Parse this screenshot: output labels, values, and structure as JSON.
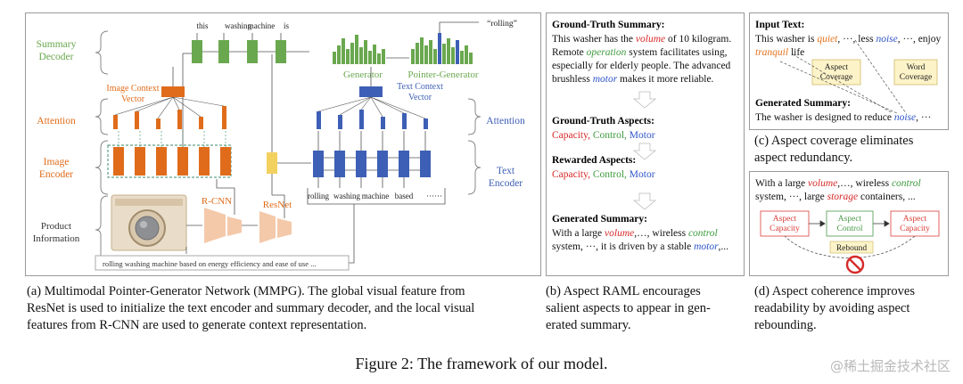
{
  "panel_a": {
    "labels": {
      "summary_decoder": "Summary\nDecoder",
      "attention_left": "Attention",
      "image_encoder": "Image\nEncoder",
      "product_information": "Product\nInformation",
      "attention_right": "Attention",
      "text_encoder": "Text\nEncoder",
      "image_context_vector": "Image Context\nVector",
      "text_context_vector": "Text Context\nVector",
      "rcnn": "R-CNN",
      "resnet": "ResNet",
      "generator": "Generator",
      "pointer_generator": "Pointer-Generator",
      "rolling_quote": "“rolling”",
      "decoder_words": [
        "this",
        "washing",
        "machine",
        "is"
      ],
      "encoder_words": [
        "rolling",
        "washing",
        "machine",
        "based",
        "······"
      ],
      "product_text": "rolling washing machine based on energy efficiency and ease of use ..."
    },
    "colors": {
      "green": "#6aa84f",
      "orange": "#e06c1b",
      "blue": "#3d5fb5",
      "yellow": "#f3d15f",
      "peach": "#f4c9aa"
    }
  },
  "panel_b": {
    "gt_summary_title": "Ground-Truth Summary:",
    "gt_summary_lines": [
      [
        {
          "t": "This washer has the "
        },
        {
          "t": "volume",
          "c": "red"
        },
        {
          "t": " of 10 kilogram."
        }
      ],
      [
        {
          "t": "Remote "
        },
        {
          "t": "operation",
          "c": "green"
        },
        {
          "t": " system facilitates using,"
        }
      ],
      [
        {
          "t": "especially for elderly people. The advanced"
        }
      ],
      [
        {
          "t": "brushless "
        },
        {
          "t": "motor",
          "c": "blue"
        },
        {
          "t": " makes it more reliable."
        }
      ]
    ],
    "gt_aspects_title": "Ground-Truth Aspects:",
    "gt_aspects": [
      {
        "t": "Capacity,",
        "c": "red"
      },
      {
        "t": " Control,",
        "c": "green"
      },
      {
        "t": " Motor",
        "c": "blue"
      }
    ],
    "rewarded_title": "Rewarded Aspects:",
    "rewarded_aspects": [
      {
        "t": "Capacity,",
        "c": "red"
      },
      {
        "t": " Control,",
        "c": "green"
      },
      {
        "t": " Motor",
        "c": "blue"
      }
    ],
    "gen_summary_title": "Generated Summary:",
    "gen_summary_lines": [
      [
        {
          "t": "With a large "
        },
        {
          "t": "volume",
          "c": "red"
        },
        {
          "t": ",…, wireless "
        },
        {
          "t": "control",
          "c": "green"
        }
      ],
      [
        {
          "t": "system, ···, it is driven by a stable "
        },
        {
          "t": "motor",
          "c": "blue"
        },
        {
          "t": ",..."
        }
      ]
    ]
  },
  "panel_c": {
    "input_title": "Input Text:",
    "input_lines": [
      [
        {
          "t": "This washer is "
        },
        {
          "t": "quiet",
          "c": "orange"
        },
        {
          "t": ", ···, less "
        },
        {
          "t": "noise",
          "c": "blue"
        },
        {
          "t": ", ···, enjoy"
        }
      ],
      [
        {
          "t": "tranquil",
          "c": "orange"
        },
        {
          "t": " life"
        }
      ]
    ],
    "aspect_coverage": "Aspect\nCoverage",
    "word_coverage": "Word\nCoverage",
    "gen_title": "Generated Summary:",
    "gen_line": [
      {
        "t": "The washer is designed to reduce "
      },
      {
        "t": "noise",
        "c": "blue"
      },
      {
        "t": ", ···"
      }
    ],
    "subcaption": "(c) Aspect coverage eliminates\naspect redundancy."
  },
  "panel_d": {
    "text_lines": [
      [
        {
          "t": "With a large "
        },
        {
          "t": "volume",
          "c": "red"
        },
        {
          "t": ",…, wireless "
        },
        {
          "t": "control",
          "c": "green"
        }
      ],
      [
        {
          "t": "system, ···, large "
        },
        {
          "t": "storage",
          "c": "red"
        },
        {
          "t": " containers, ..."
        }
      ]
    ],
    "box1": "Aspect\nCapacity",
    "box2": "Aspect\nControl",
    "box3": "Aspect\nCapacity",
    "rebound": "Rebound"
  },
  "captions": {
    "a": "(a) Multimodal Pointer-Generator Network (MMPG). The global visual feature from\nResNet is used to initialize the text encoder and summary decoder, and the local visual\nfeatures from R-CNN are used to generate context representation.",
    "b": "(b) Aspect RAML encourages\nsalient aspects to appear in gen-\nerated summary.",
    "d": "(d) Aspect coherence improves\nreadability by avoiding aspect\nrebounding."
  },
  "figure_caption": "Figure 2: The framework of our model.",
  "watermark": "@稀土掘金技术社区"
}
